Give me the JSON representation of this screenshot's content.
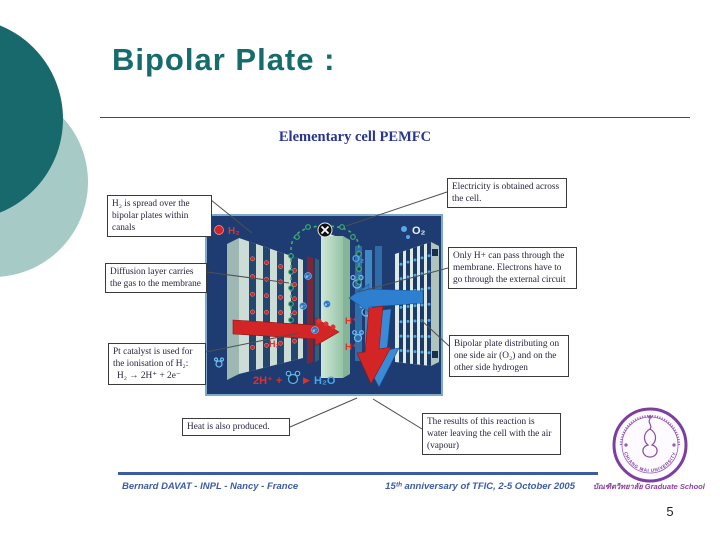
{
  "slide": {
    "title": "Bipolar Plate :",
    "page_number": "5"
  },
  "diagram": {
    "heading": "Elementary cell PEMFC",
    "callouts": {
      "h2_spread": "H₂ is spread over the bipolar plates within canals",
      "electricity": "Electricity is obtained across the cell.",
      "diffusion": "Diffusion layer carries the gas to the membrane",
      "only_h": "Only H+ can pass through the membrane. Electrons have to go through the external circuit",
      "pt_text": "Pt catalyst is used for the ionisation of H₂:",
      "pt_equation": "H₂ → 2H⁺ + 2e⁻",
      "bipolar": "Bipolar plate distributing on one side air (O₂) and on the other side hydrogen",
      "heat": "Heat is also produced.",
      "water": "The results of this reaction is water leaving the cell with the air (vapour)"
    },
    "labels": {
      "h2_inlet": "H₂",
      "o2_inlet": "O₂",
      "o2_channel": "O₂",
      "h_plus_upper": "H⁺",
      "h_plus_lower": "H⁺",
      "h2_flow": "H₂",
      "electron": "e⁻",
      "formula_left": "2H⁺ +",
      "formula_arrow": "▶",
      "formula_right": "H₂O"
    },
    "colors": {
      "background": "#1e3c72",
      "hydrogen_red": "#d32525",
      "oxygen_blue": "#4aa6e8",
      "membrane_green": "#b9dcc4",
      "circuit_green": "#3fae6e"
    }
  },
  "footer": {
    "author": "Bernard DAVAT - INPL - Nancy - France",
    "event": "15ᵗʰ anniversary of TFIC, 2-5 October 2005"
  },
  "logo": {
    "ring_text": "CHIANG MAI UNIVERSITY",
    "caption": "บัณฑิตวิทยาลัย  Graduate School"
  },
  "theme": {
    "title_color": "#166b6d",
    "accent_dark_circle": "#17696c",
    "accent_light_circle": "#a6cac6",
    "footer_blue": "#3c5ba6",
    "logo_purple": "#8a3f9f"
  }
}
